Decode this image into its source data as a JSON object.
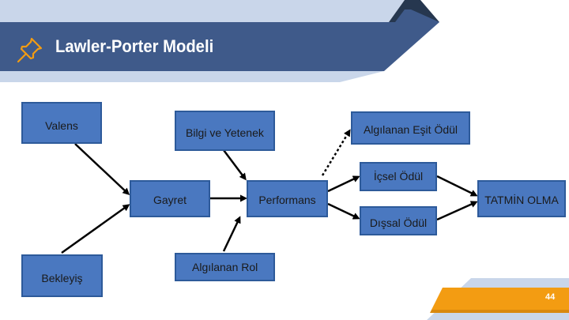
{
  "slide": {
    "title": "Lawler-Porter Modeli",
    "page_number": "44",
    "icon": "pushpin-icon"
  },
  "diagram": {
    "nodes": {
      "valens": "Valens",
      "bilgi": "Bilgi ve Yetenek",
      "algilanan_esit": "Algılanan Eşit Ödül",
      "icsel": "İçsel Ödül",
      "gayret": "Gayret",
      "performans": "Performans",
      "tatmin": "TATMİN OLMA",
      "dissal": "Dışsal Ödül",
      "beklenti": "Bekleyiş",
      "algilanan_rol": "Algılanan Rol"
    }
  },
  "colors": {
    "header_band": "#3f5a8a",
    "light_band": "#c9d6ea",
    "node_fill": "#4a78c0",
    "node_border": "#2d5a9a",
    "accent_orange": "#f39c12"
  }
}
